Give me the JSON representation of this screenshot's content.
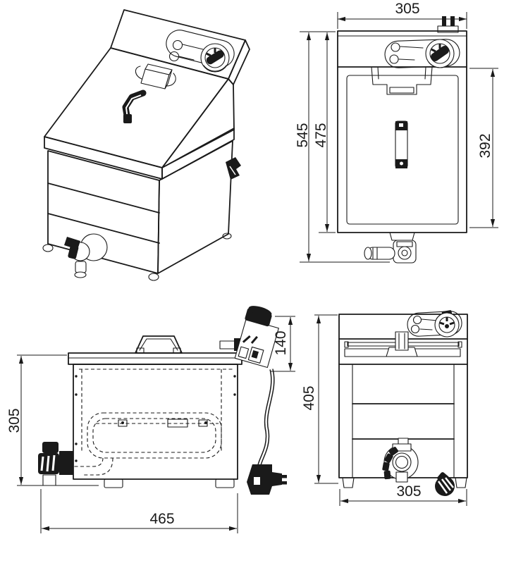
{
  "drawing": {
    "dims": {
      "top_width": "305",
      "total_depth": "545",
      "body_depth": "475",
      "inner_depth": "392",
      "side_height": "305",
      "control_box_height": "140",
      "overall_depth": "465",
      "front_height": "405",
      "front_width": "305"
    },
    "colors": {
      "line": "#1a1a1a",
      "background": "#ffffff"
    }
  }
}
